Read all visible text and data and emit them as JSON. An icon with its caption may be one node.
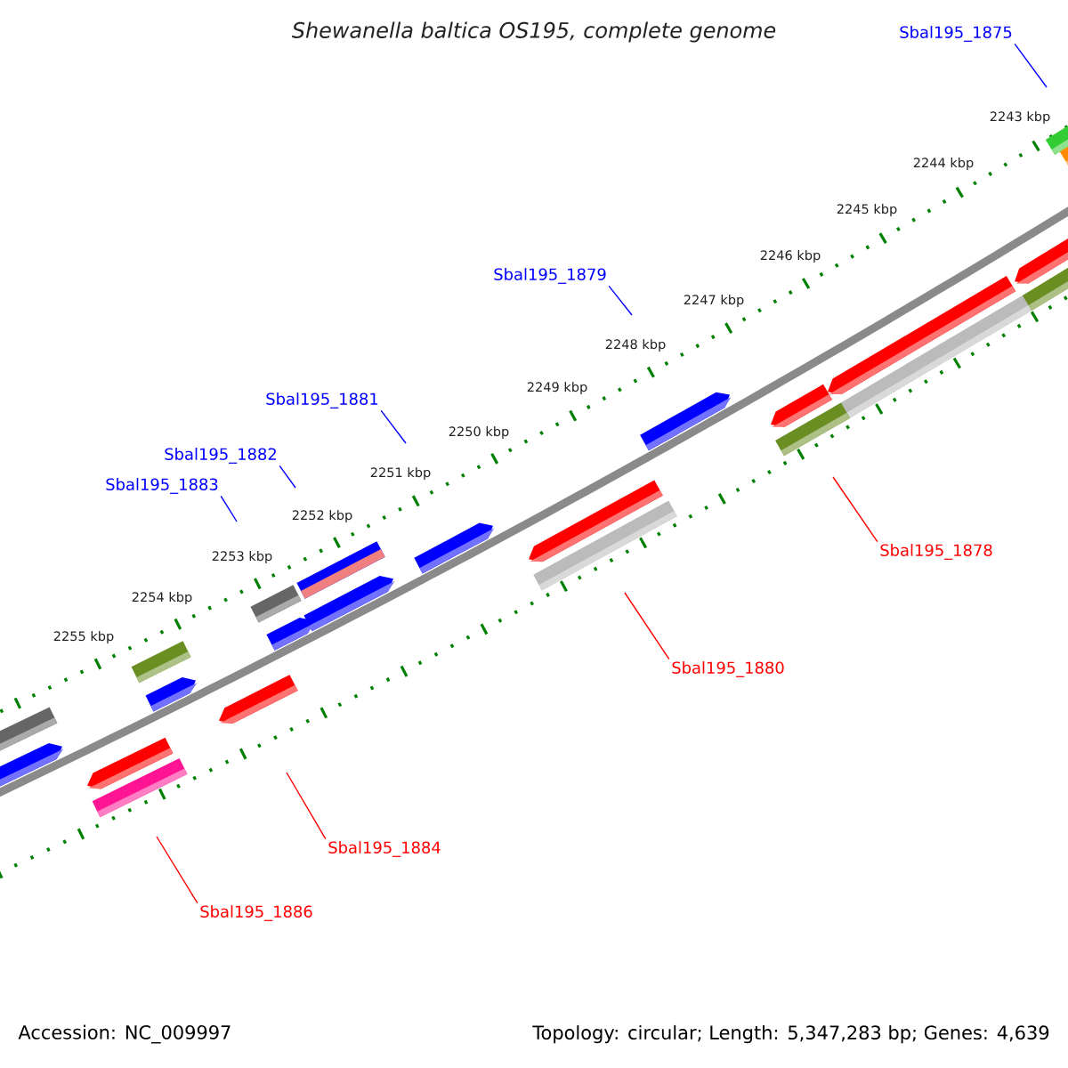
{
  "diagram": {
    "title": "Shewanella baltica OS195, complete genome",
    "nodes": [
      {
        "text": [
          "Sbal195_1875"
        ]
      },
      {
        "text": [
          "Sbal195_1879"
        ]
      },
      {
        "text": [
          "Sbal195_1881"
        ]
      },
      {
        "text": [
          "Sbal195_1882"
        ]
      },
      {
        "text": [
          "Sbal195_1883"
        ]
      },
      {
        "text": [
          "Sbal195_1878"
        ]
      },
      {
        "text": [
          "Sbal195_1880"
        ]
      },
      {
        "text": [
          "Sbal195_1884"
        ]
      },
      {
        "text": [
          "Sbal195_1886"
        ]
      }
    ],
    "edges": [
      {
        "from": 0,
        "to": null,
        "arrow": "none"
      },
      {
        "from": 1,
        "to": null,
        "arrow": "none"
      },
      {
        "from": 2,
        "to": null,
        "arrow": "none"
      },
      {
        "from": 3,
        "to": null,
        "arrow": "none"
      },
      {
        "from": 4,
        "to": null,
        "arrow": "none"
      },
      {
        "from": 5,
        "to": null,
        "arrow": "none",
        "color": "#ff0000"
      },
      {
        "from": 6,
        "to": null,
        "arrow": "none",
        "color": "#ff0000"
      },
      {
        "from": 7,
        "to": null,
        "arrow": "none",
        "color": "#ff0000"
      },
      {
        "from": 8,
        "to": null,
        "arrow": "none",
        "color": "#ff0000"
      }
    ],
    "labels": [
      "2243 kbp",
      "2244 kbp",
      "2245 kbp",
      "2246 kbp",
      "2247 kbp",
      "2248 kbp",
      "2249 kbp",
      "2250 kbp",
      "2251 kbp",
      "2252 kbp",
      "2253 kbp",
      "2254 kbp",
      "2255 kbp",
      "Accession: NC_009997",
      "Topology: circular; Length: 5,347,283 bp; Genes: 4,639"
    ]
  }
}
